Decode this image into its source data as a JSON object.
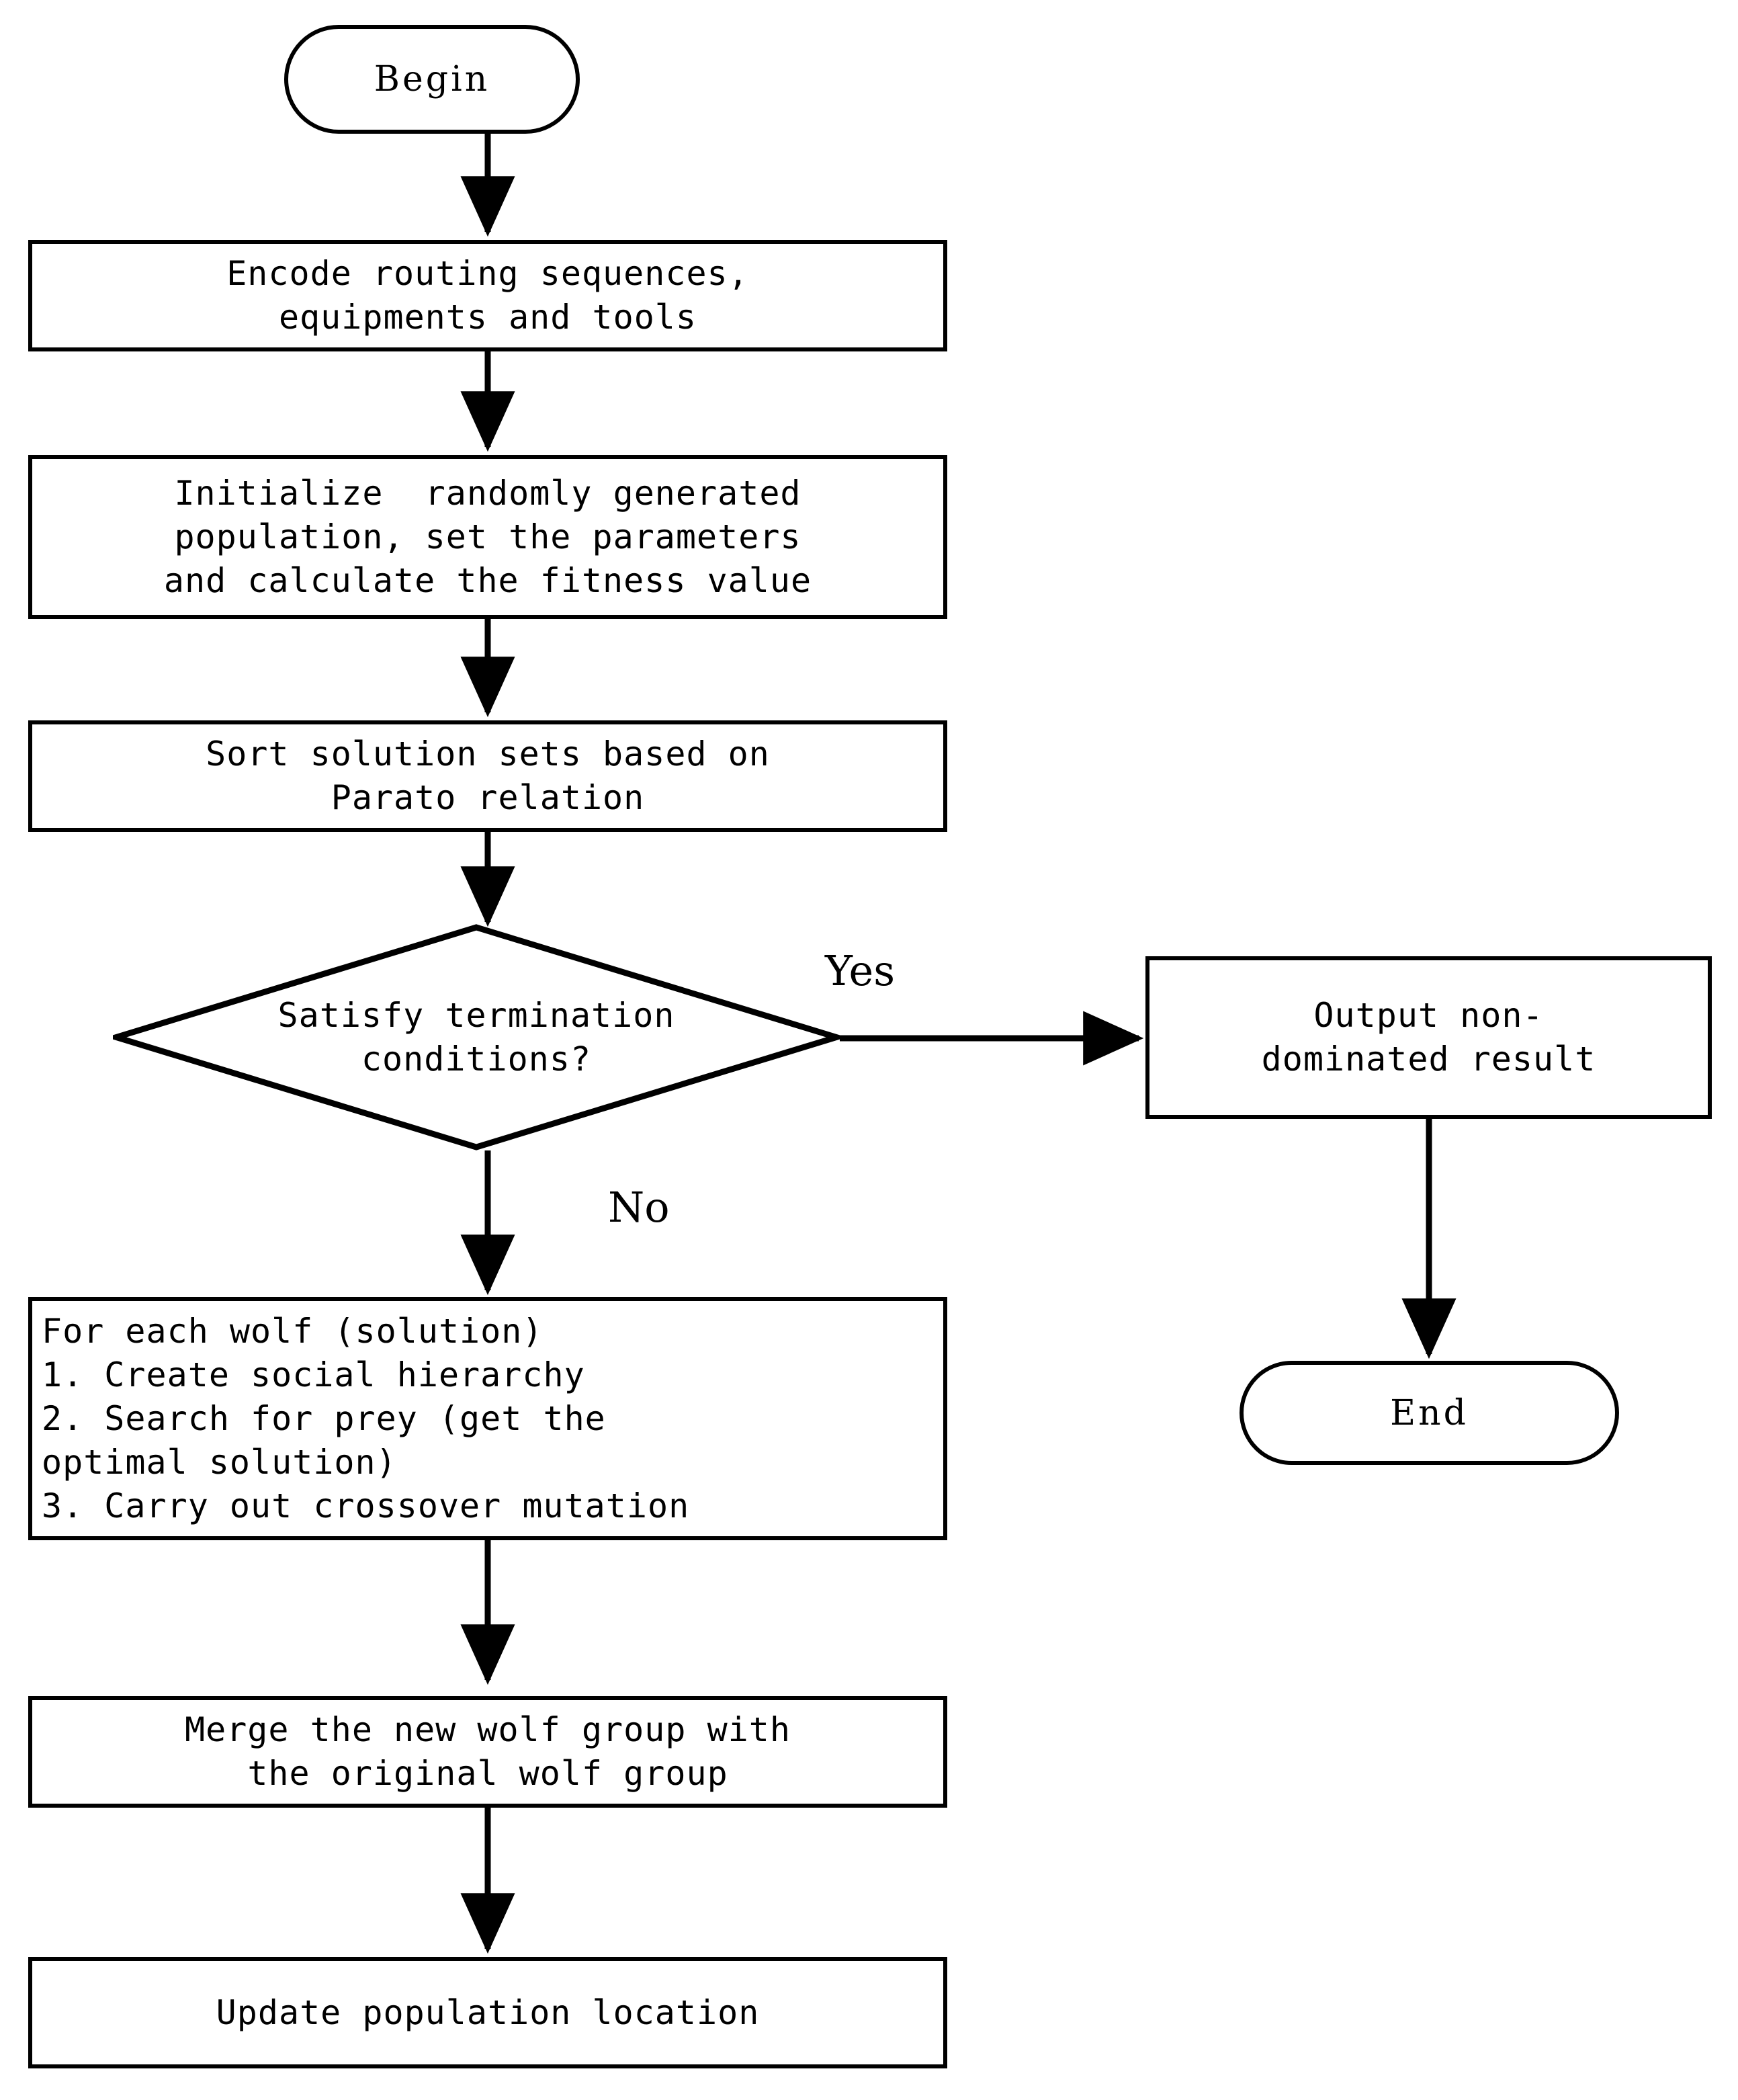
{
  "diagram": {
    "title": "Multi-objective Grey Wolf Optimizer process planning flowchart",
    "background_color": "#ffffff",
    "line_color": "#000000"
  },
  "nodes": {
    "begin": {
      "label": "Begin",
      "shape": "terminator"
    },
    "encode": {
      "label": "Encode routing sequences,\nequipments and tools",
      "shape": "process"
    },
    "initialize": {
      "label": "Initialize  randomly generated\npopulation, set the parameters\nand calculate the fitness value",
      "shape": "process"
    },
    "sort": {
      "label": "Sort solution sets based on\nParato relation",
      "shape": "process"
    },
    "decision": {
      "label": "Satisfy termination\nconditions?",
      "shape": "decision"
    },
    "output": {
      "label": "Output non-\ndominated result",
      "shape": "process"
    },
    "end": {
      "label": "End",
      "shape": "terminator"
    },
    "wolf_loop": {
      "label": "For each wolf (solution)\n1. Create social hierarchy\n2. Search for prey (get the\noptimal solution)\n3. Carry out crossover mutation",
      "shape": "process"
    },
    "merge": {
      "label": "Merge the new wolf group with\nthe original wolf group",
      "shape": "process"
    },
    "update": {
      "label": "Update population location",
      "shape": "process"
    }
  },
  "edge_labels": {
    "yes": "Yes",
    "no": "No"
  }
}
